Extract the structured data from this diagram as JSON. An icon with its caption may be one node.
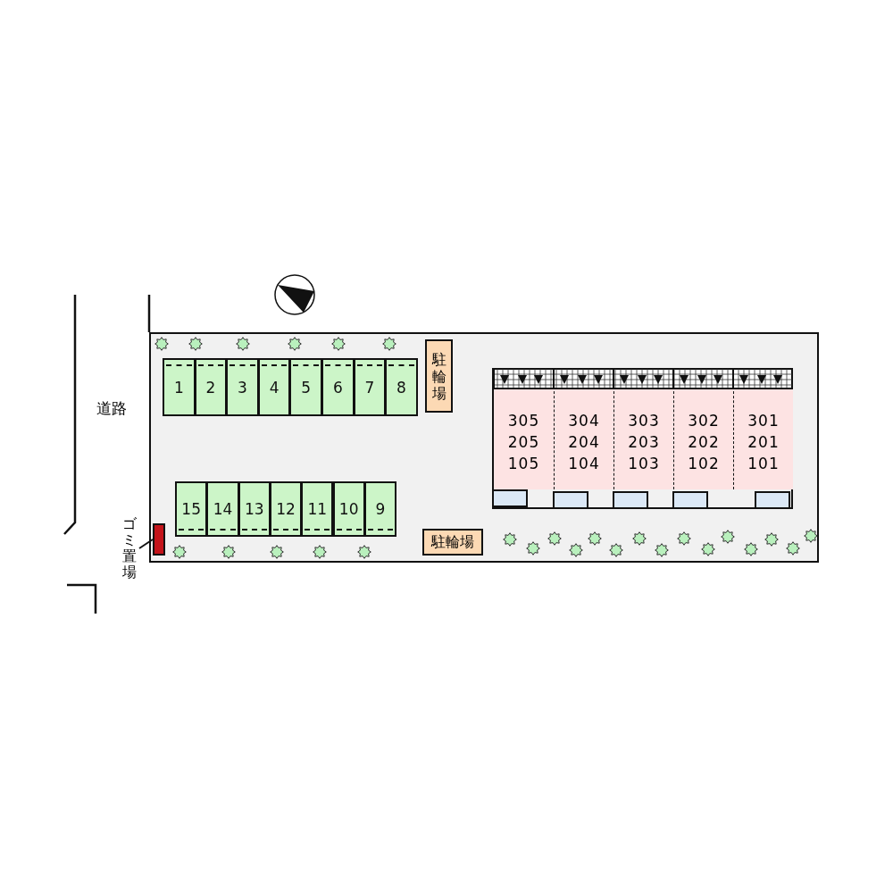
{
  "diagram": {
    "nodes": [
      {
        "text": [],
        "shape": "box"
      },
      {
        "text": [
          "1"
        ],
        "in": 0
      },
      {
        "text": [
          "2"
        ],
        "in": 0
      },
      {
        "text": [
          "3"
        ],
        "in": 0
      },
      {
        "text": [
          "4"
        ],
        "in": 0
      },
      {
        "text": [
          "5"
        ],
        "in": 0
      },
      {
        "text": [
          "6"
        ],
        "in": 0
      },
      {
        "text": [
          "7"
        ],
        "in": 0
      },
      {
        "text": [
          "8"
        ],
        "in": 0
      },
      {
        "text": [
          "駐輪場"
        ],
        "in": 0
      },
      {
        "text": [],
        "shape": "box",
        "in": 0
      },
      {
        "text": [
          "305",
          "205",
          "105"
        ],
        "in": 10
      },
      {
        "text": [
          "304",
          "204",
          "104"
        ],
        "in": 10
      },
      {
        "text": [
          "303",
          "203",
          "103"
        ],
        "in": 10
      },
      {
        "text": [
          "302",
          "202",
          "102"
        ],
        "in": 10
      },
      {
        "text": [
          "301",
          "201",
          "101"
        ],
        "in": 10
      },
      {
        "text": [
          "15"
        ],
        "in": 0
      },
      {
        "text": [
          "14"
        ],
        "in": 0
      },
      {
        "text": [
          "13"
        ],
        "in": 0
      },
      {
        "text": [
          "12"
        ],
        "in": 0
      },
      {
        "text": [
          "11"
        ],
        "in": 0
      },
      {
        "text": [
          "10"
        ],
        "in": 0
      },
      {
        "text": [
          "9"
        ],
        "in": 0
      },
      {
        "text": [
          "ゴミ置場"
        ]
      },
      {
        "text": [],
        "shape": "box",
        "in": 0
      },
      {
        "text": [
          "駐輪場"
        ],
        "in": 0
      }
    ],
    "edges": [
      {
        "from": 23,
        "to": 24,
        "arrow": "none"
      }
    ],
    "labels": [
      "道路"
    ]
  }
}
